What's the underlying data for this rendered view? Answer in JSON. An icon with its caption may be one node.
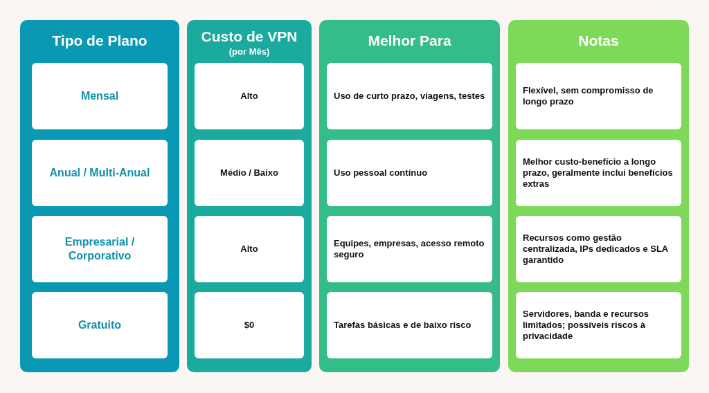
{
  "diagram": {
    "nodes": [
      {
        "text": [
          "Tipo de Plano"
        ]
      },
      {
        "text": [
          "Mensal"
        ],
        "in": 0
      },
      {
        "text": [
          "Anual / Multi-Anual"
        ],
        "in": 0
      },
      {
        "text": [
          "Empresarial / Corporativo"
        ],
        "in": 0
      },
      {
        "text": [
          "Gratuito"
        ],
        "in": 0
      },
      {
        "text": [
          "Custo de VPN",
          "(por Mês)"
        ]
      },
      {
        "text": [
          "Alto"
        ],
        "in": 5
      },
      {
        "text": [
          "Médio / Baixo"
        ],
        "in": 5
      },
      {
        "text": [
          "Alto"
        ],
        "in": 5
      },
      {
        "text": [
          "$0"
        ],
        "in": 5
      },
      {
        "text": [
          "Melhor Para"
        ]
      },
      {
        "text": [
          "Uso de curto prazo, viagens, testes"
        ],
        "in": 10
      },
      {
        "text": [
          "Uso pessoal contínuo"
        ],
        "in": 10
      },
      {
        "text": [
          "Equipes, empresas, acesso remoto seguro"
        ],
        "in": 10
      },
      {
        "text": [
          "Tarefas básicas e de baixo risco"
        ],
        "in": 10
      },
      {
        "text": [
          "Notas"
        ]
      },
      {
        "text": [
          "Flexível, sem compromisso de longo prazo"
        ],
        "in": 15
      },
      {
        "text": [
          "Melhor custo-benefício a longo prazo, geralmente inclui benefícios extras"
        ],
        "in": 15
      },
      {
        "text": [
          "Recursos como gestão centralizada, IPs dedicados e SLA garantido"
        ],
        "in": 15
      },
      {
        "text": [
          "Servidores, banda e recursos limitados; possíveis riscos à privacidade"
        ],
        "in": 15
      }
    ]
  }
}
